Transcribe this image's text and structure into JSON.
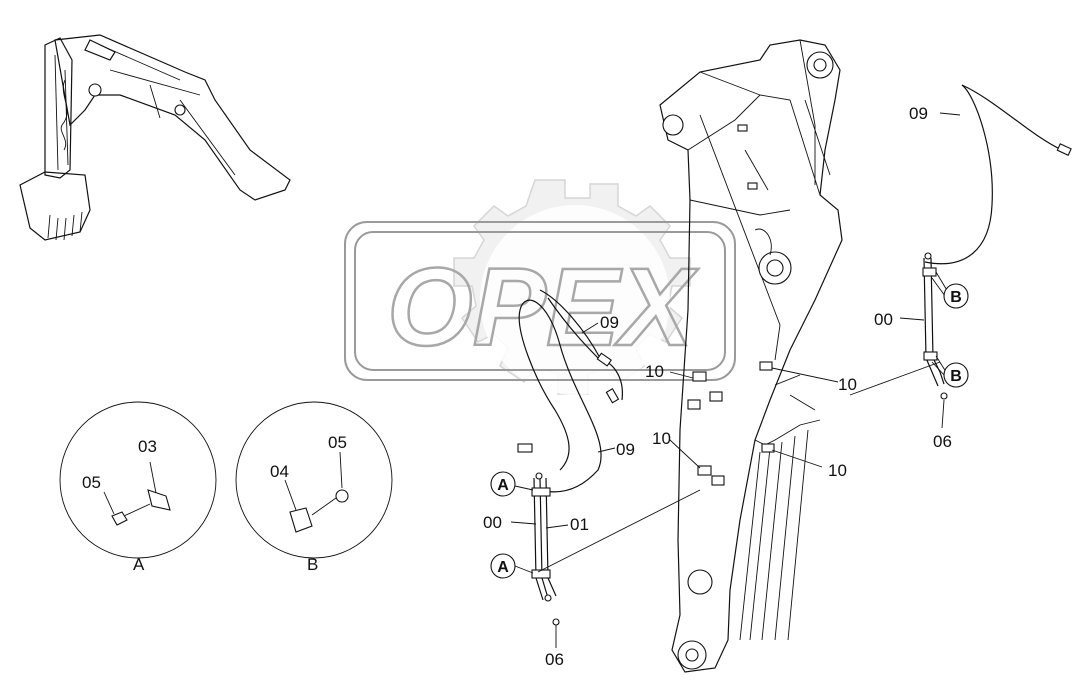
{
  "watermark": {
    "text": "OPEX",
    "color": "#b5b5b5"
  },
  "part_labels": {
    "hose_09_top": "09",
    "hose_09_mid": "09",
    "hose_09_low": "09",
    "pipe_00_left": "00",
    "pipe_00_right": "00",
    "pipe_01": "01",
    "clamp_10_a": "10",
    "clamp_10_b": "10",
    "clamp_10_c": "10",
    "clamp_10_d": "10",
    "bolt_06_left": "06",
    "bolt_06_right": "06"
  },
  "callouts": {
    "a_upper": "A",
    "a_lower": "A",
    "b_upper": "B",
    "b_lower": "B"
  },
  "detail_a": {
    "title": "A",
    "labels": {
      "bolt": "05",
      "clamp": "03"
    }
  },
  "detail_b": {
    "title": "B",
    "labels": {
      "bolt": "05",
      "clamp": "04"
    }
  }
}
